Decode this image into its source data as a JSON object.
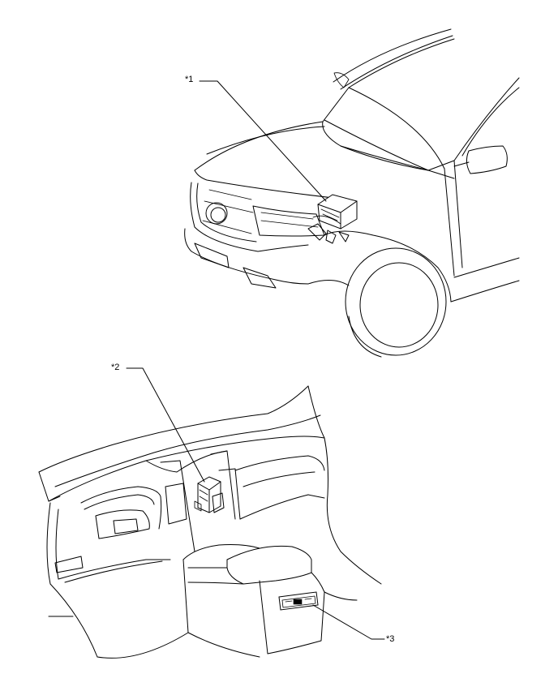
{
  "callouts": [
    {
      "label": "*1"
    },
    {
      "label": "*2"
    },
    {
      "label": "*3"
    }
  ]
}
